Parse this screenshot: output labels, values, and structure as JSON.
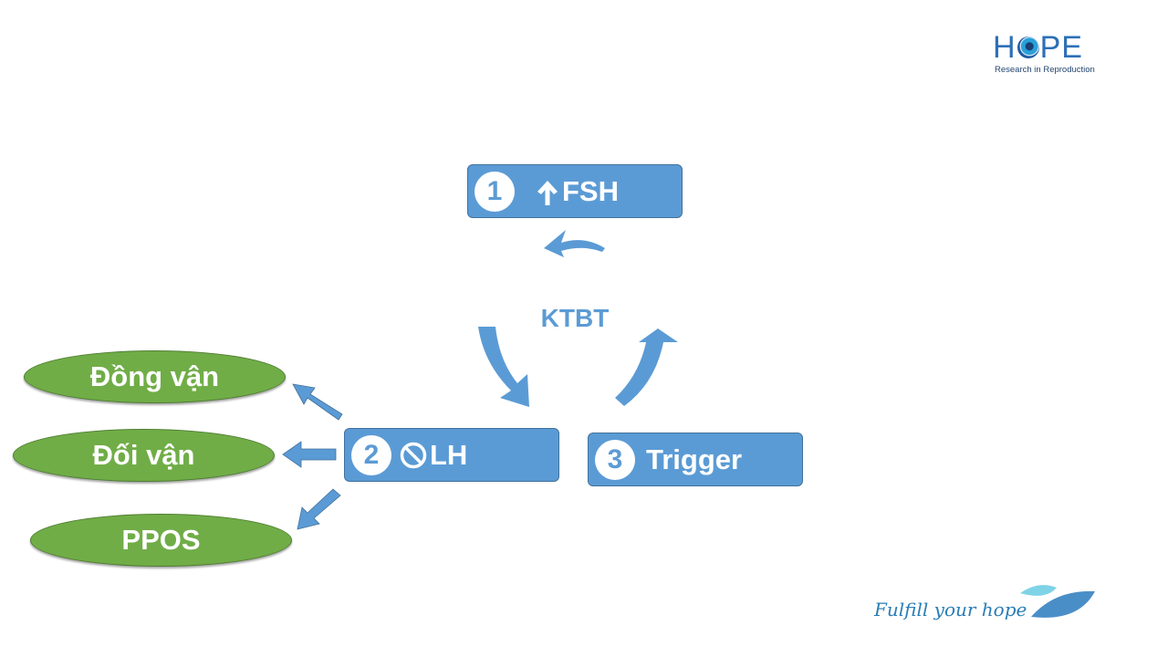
{
  "logo": {
    "word_left": "H",
    "word_right": "PE",
    "subtitle": "Research in Reproduction"
  },
  "diagram": {
    "center_label": "KTBT",
    "steps": [
      {
        "number": "1",
        "label": "FSH",
        "icon": "arrow-up-icon"
      },
      {
        "number": "2",
        "label": "LH",
        "icon": "prohibited-icon"
      },
      {
        "number": "3",
        "label": "Trigger"
      }
    ],
    "outcomes": [
      "Đồng vận",
      "Đối vận",
      "PPOS"
    ]
  },
  "footer": {
    "tagline": "Fulfill your hope"
  },
  "colors": {
    "box_blue": "#5b9bd5",
    "oval_green": "#70ad47",
    "logo_blue": "#2d6fb7"
  }
}
